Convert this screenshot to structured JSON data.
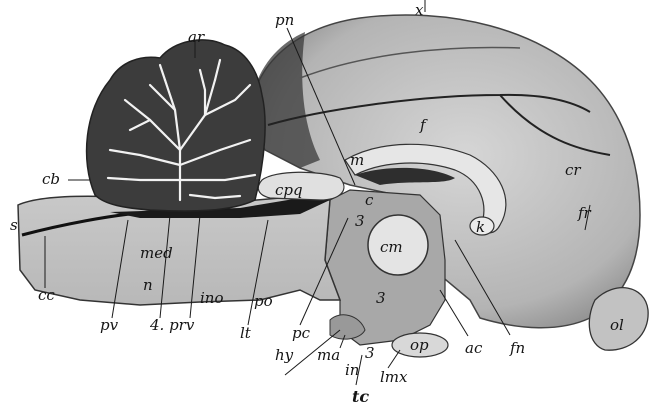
{
  "figure": {
    "labels": {
      "ar": "ar",
      "pn": "pn",
      "x": "x",
      "f": "f",
      "cb": "cb",
      "m": "m",
      "cr": "cr",
      "cpq": "cpq",
      "c": "c",
      "fr": "fr",
      "s": "s",
      "med": "med",
      "three_a": "3",
      "cm": "cm",
      "k": "k",
      "cc": "cc",
      "n": "n",
      "ino": "ino",
      "po": "po",
      "three_b": "3",
      "pv": "pv",
      "four_prv": "4. prv",
      "lt": "lt",
      "pc": "pc",
      "ol": "ol",
      "hy": "hy",
      "ma": "ma",
      "three_c": "3",
      "in": "in",
      "op": "op",
      "ac": "ac",
      "fn": "fn",
      "lmx": "lmx",
      "tc": "tc"
    }
  }
}
